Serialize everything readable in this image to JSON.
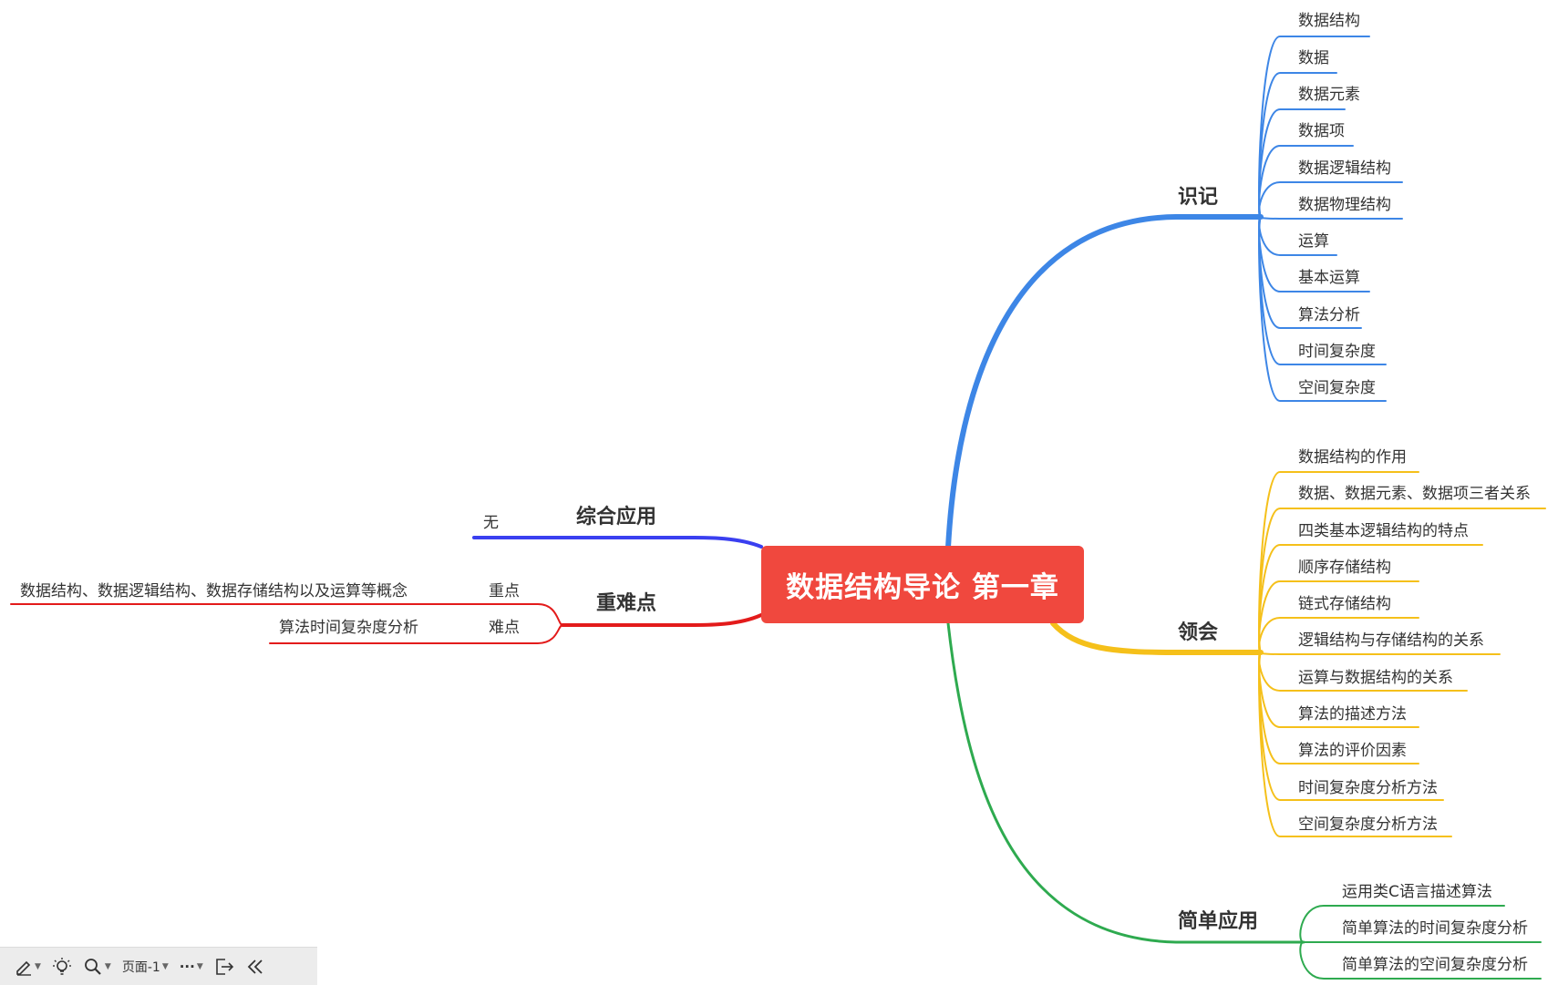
{
  "root": {
    "label": "数据结构导论 第一章"
  },
  "branches": [
    {
      "key": "shiji",
      "label": "识记",
      "color": "#3d86e6",
      "items": [
        "数据结构",
        "数据",
        "数据元素",
        "数据项",
        "数据逻辑结构",
        "数据物理结构",
        "运算",
        "基本运算",
        "算法分析",
        "时间复杂度",
        "空间复杂度"
      ]
    },
    {
      "key": "linghui",
      "label": "领会",
      "color": "#f5c01a",
      "items": [
        "数据结构的作用",
        "数据、数据元素、数据项三者关系",
        "四类基本逻辑结构的特点",
        "顺序存储结构",
        "链式存储结构",
        "逻辑结构与存储结构的关系",
        "运算与数据结构的关系",
        "算法的描述方法",
        "算法的评价因素",
        "时间复杂度分析方法",
        "空间复杂度分析方法"
      ]
    },
    {
      "key": "jiandan",
      "label": "简单应用",
      "color": "#2eaa4f",
      "items": [
        "运用类C语言描述算法",
        "简单算法的时间复杂度分析",
        "简单算法的空间复杂度分析"
      ]
    },
    {
      "key": "zonghe",
      "label": "综合应用",
      "color": "#3a3ff0",
      "items": [
        "无"
      ]
    },
    {
      "key": "zhongnan",
      "label": "重难点",
      "color": "#e31b1b",
      "items": [
        {
          "label": "重点",
          "detail": "数据结构、数据逻辑结构、数据存储结构以及运算等概念"
        },
        {
          "label": "难点",
          "detail": "算法时间复杂度分析"
        }
      ]
    }
  ],
  "toolbar": {
    "icons": [
      "pen-icon",
      "bulb-icon",
      "search-icon",
      "more-icon",
      "export-icon",
      "collapse-icon"
    ],
    "page_label": "页面-1",
    "more_label": "···"
  }
}
